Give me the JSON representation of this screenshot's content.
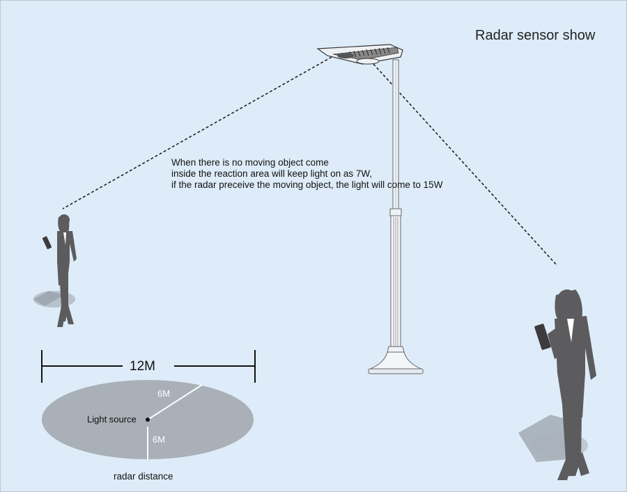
{
  "title": "Radar sensor show",
  "description_lines": [
    "When there is no moving object come",
    "inside the reaction area will keep light on as 7W,",
    "if the radar preceive the moving object, the light will come to 15W"
  ],
  "coverage": {
    "diameter_label": "12M",
    "radius_label_a": "6M",
    "radius_label_b": "6M",
    "source_label": "Light source",
    "caption": "radar distance"
  },
  "colors": {
    "background": "#ddecf8",
    "coverage_area": "#a9b0b7",
    "figure": "#5c5c5e",
    "pole": "#f2f5f8"
  }
}
